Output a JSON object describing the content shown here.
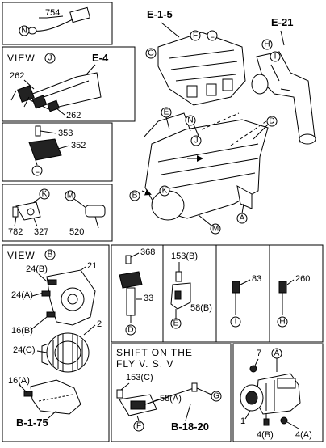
{
  "panels": {
    "sensor_754": {
      "part": "754",
      "callout": "N"
    },
    "view_j": {
      "header": "VIEW",
      "header_circle": "J",
      "ref": "E-4",
      "parts": [
        "262",
        "262"
      ]
    },
    "sensor_353": {
      "parts": [
        "353",
        "352"
      ],
      "callout": "L"
    },
    "bracket_k": {
      "callout_k": "K",
      "parts": [
        "782",
        "327"
      ],
      "callout_m": "M",
      "part_520": "520"
    },
    "view_b": {
      "header": "VIEW",
      "header_circle": "B",
      "parts": [
        "24(B)",
        "21",
        "24(A)",
        "16(B)",
        "2",
        "24(C)",
        "16(A)"
      ],
      "ref": "B-1-75"
    },
    "coil": {
      "part_368": "368",
      "part_33": "33",
      "callout": "D"
    },
    "bracket_153b": {
      "part_153b": "153(B)",
      "part_58b": "58(B)",
      "callout": "E"
    },
    "switch_83": {
      "part": "83",
      "callout": "I"
    },
    "switch_260": {
      "part": "260",
      "callout": "H"
    },
    "shift": {
      "line1": "SHIFT ON THE",
      "line2": "FLY V. S. V",
      "parts": [
        "153(C)",
        "58(A)"
      ],
      "callout_g": "G",
      "callout_f": "F",
      "ref": "B-18-20"
    },
    "starter": {
      "callout_a": "A",
      "parts": [
        "7",
        "1",
        "4(B)",
        "4(A)"
      ]
    }
  },
  "engine": {
    "refs": [
      "E-1-5",
      "E-21"
    ],
    "callouts": [
      "G",
      "F",
      "L",
      "H",
      "I",
      "E",
      "N",
      "D",
      "J",
      "K",
      "B",
      "M",
      "A"
    ]
  }
}
